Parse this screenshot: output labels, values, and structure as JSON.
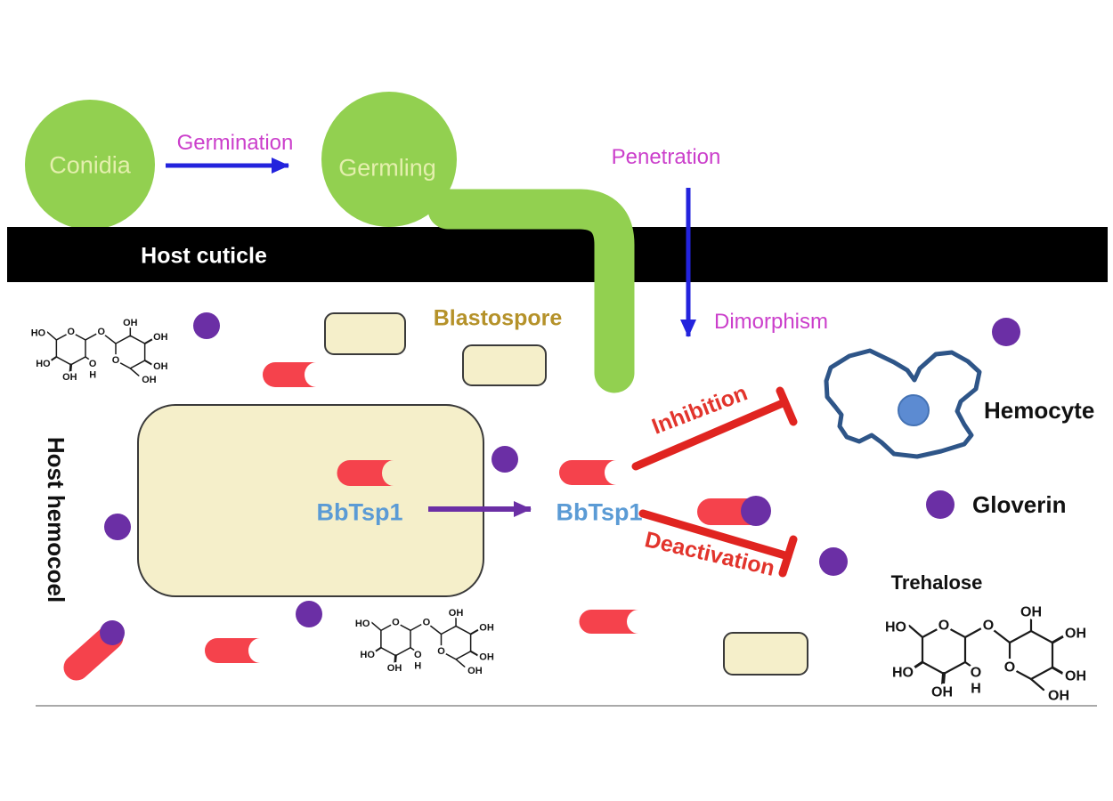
{
  "diagram": {
    "stages": {
      "conidia": "Conidia",
      "germling": "Germling",
      "germination": "Germination",
      "penetration": "Penetration",
      "dimorphism": "Dimorphism",
      "blastospore": "Blastospore"
    },
    "compartments": {
      "host_cuticle": "Host cuticle",
      "host_hemocoel": "Host hemocoel"
    },
    "protein": {
      "inside_cell_label": "BbTsp1",
      "released_label": "BbTsp1"
    },
    "actions": {
      "inhibition": "Inhibition",
      "deactivation": "Deactivation"
    },
    "entities": {
      "hemocyte": "Hemocyte",
      "gloverin": "Gloverin",
      "trehalose": "Trehalose"
    },
    "colors": {
      "fungus_green": "#92d050",
      "stage_text": "#e4efad",
      "process_magenta": "#cb3fcb",
      "arrow_blue": "#2323dd",
      "action_red": "#e2342c",
      "protein_rod_red": "#f5424c",
      "gloverin_purple": "#6b2fa5",
      "blastospore_fill": "#f5efca",
      "blastospore_border": "#3a3a3a",
      "blastospore_text_gold": "#b5922a",
      "bbtsp1_blue": "#5b9bd5",
      "hemocyte_outline": "#2e5588",
      "hemocyte_nucleus": "#5c8bd2",
      "cuticle_black": "#000000",
      "baseline_gray": "#a9a9a9"
    }
  },
  "molecule_labels": {
    "ho1": "HO",
    "o_ring_left": "O",
    "o_glycosidic": "O",
    "ho2": "HO",
    "oh_bottom": "OH",
    "o_link": "O",
    "h_link": "H",
    "oh_top": "OH",
    "oh_upper_right": "OH",
    "oh_right": "OH",
    "o_ring_right": "O",
    "oh_bottom_right": "OH"
  }
}
